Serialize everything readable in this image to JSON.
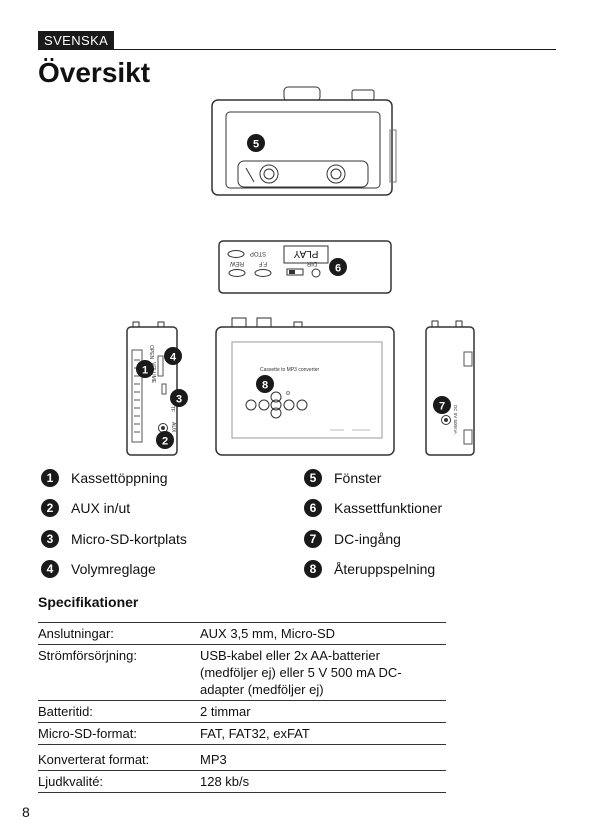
{
  "header": {
    "language": "SVENSKA",
    "title": "Översikt"
  },
  "figure": {
    "window_number": "5",
    "top_labels": {
      "stop": "STOP",
      "play": "PLAY",
      "ff": "F.F",
      "rew": "REW",
      "dir": "DIR"
    },
    "front_text": "Cassette to MP3 converter",
    "left_side_labels": {
      "open": "OPEN",
      "volume": "VOLUME",
      "tf": "TF",
      "aux": "AUX"
    },
    "right_side_label": "DC 5V 500mA"
  },
  "legend": {
    "left": [
      {
        "num": "1",
        "label": "Kassettöppning"
      },
      {
        "num": "2",
        "label": "AUX in/ut"
      },
      {
        "num": "3",
        "label": "Micro-SD-kortplats"
      },
      {
        "num": "4",
        "label": "Volymreglage"
      }
    ],
    "right": [
      {
        "num": "5",
        "label": "Fönster"
      },
      {
        "num": "6",
        "label": "Kassettfunktioner"
      },
      {
        "num": "7",
        "label": "DC-ingång"
      },
      {
        "num": "8",
        "label": "Återuppspelning"
      }
    ]
  },
  "specs": {
    "title": "Specifikationer",
    "rows": [
      {
        "key": "Anslutningar:",
        "value_lines": [
          "AUX 3,5 mm, Micro-SD"
        ]
      },
      {
        "key": "Strömförsörjning:",
        "value_lines": [
          "USB-kabel eller 2x AA-batterier",
          "(medföljer ej) eller  5 V 500 mA DC-",
          "adapter (medföljer ej)"
        ]
      },
      {
        "key": "Batteritid:",
        "value_lines": [
          "2 timmar"
        ]
      },
      {
        "key": "Micro-SD-format:",
        "value_lines": [
          "FAT, FAT32, exFAT"
        ]
      },
      {
        "key": "Konverterat format:",
        "value_lines": [
          "MP3"
        ]
      },
      {
        "key": "Ljudkvalité:",
        "value_lines": [
          "128 kb/s"
        ]
      }
    ]
  },
  "page_number": "8"
}
